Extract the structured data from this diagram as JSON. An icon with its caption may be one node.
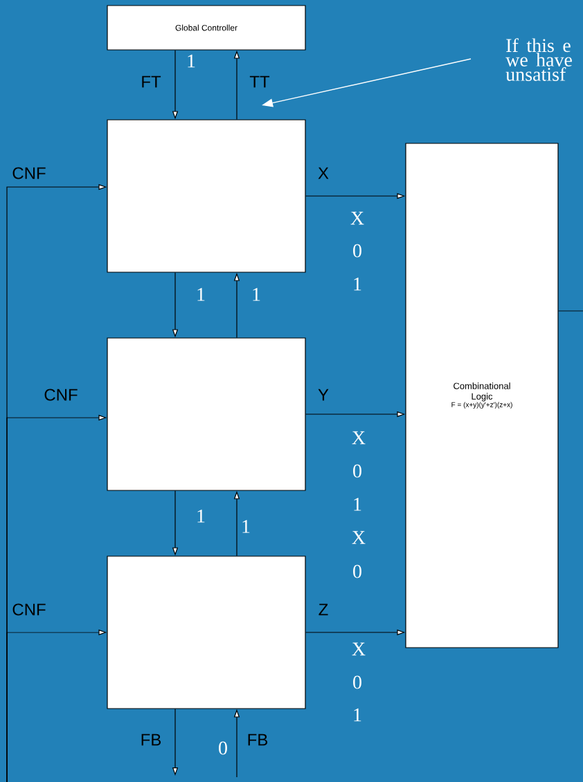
{
  "diagram": {
    "nodes": [
      {
        "text": [
          "Global Controller"
        ]
      },
      {
        "text": [],
        "shape": "box"
      },
      {
        "text": [],
        "shape": "box"
      },
      {
        "text": [],
        "shape": "box"
      },
      {
        "text": [
          "Combinational Logic",
          "F = (x+y)(y'+z')(z+x)"
        ]
      },
      {
        "text": [
          "If this e we have unsatisf"
        ]
      }
    ],
    "edges": [
      {
        "from": 0,
        "to": 1,
        "arrow": "to",
        "label": "FT"
      },
      {
        "from": 1,
        "to": 0,
        "arrow": "to",
        "label": "TT"
      },
      {
        "from": 1,
        "to": 2,
        "arrow": "to"
      },
      {
        "from": 2,
        "to": 1,
        "arrow": "to"
      },
      {
        "from": 2,
        "to": 3,
        "arrow": "to"
      },
      {
        "from": 3,
        "to": 2,
        "arrow": "to"
      },
      {
        "from": 3,
        "to": null,
        "arrow": "to",
        "label": "FB"
      },
      {
        "from": null,
        "to": 3,
        "arrow": "to",
        "label": "FB"
      },
      {
        "from": null,
        "to": 1,
        "arrow": "to",
        "label": "CNF"
      },
      {
        "from": null,
        "to": 2,
        "arrow": "to",
        "label": "CNF"
      },
      {
        "from": null,
        "to": 3,
        "arrow": "to",
        "label": "CNF"
      },
      {
        "from": 1,
        "to": 4,
        "arrow": "to",
        "label": "X"
      },
      {
        "from": 2,
        "to": 4,
        "arrow": "to",
        "label": "Y"
      },
      {
        "from": 3,
        "to": 4,
        "arrow": "to",
        "label": "Z"
      },
      {
        "from": 4,
        "to": null,
        "arrow": "none"
      },
      {
        "from": 5,
        "to": null,
        "arrow": "to",
        "color": "#ffffff"
      }
    ],
    "labels": [
      "1",
      "X",
      "0",
      "1",
      "1",
      "1",
      "X",
      "0",
      "1",
      "X",
      "0",
      "1",
      "1",
      "X",
      "0",
      "1",
      "0"
    ]
  }
}
